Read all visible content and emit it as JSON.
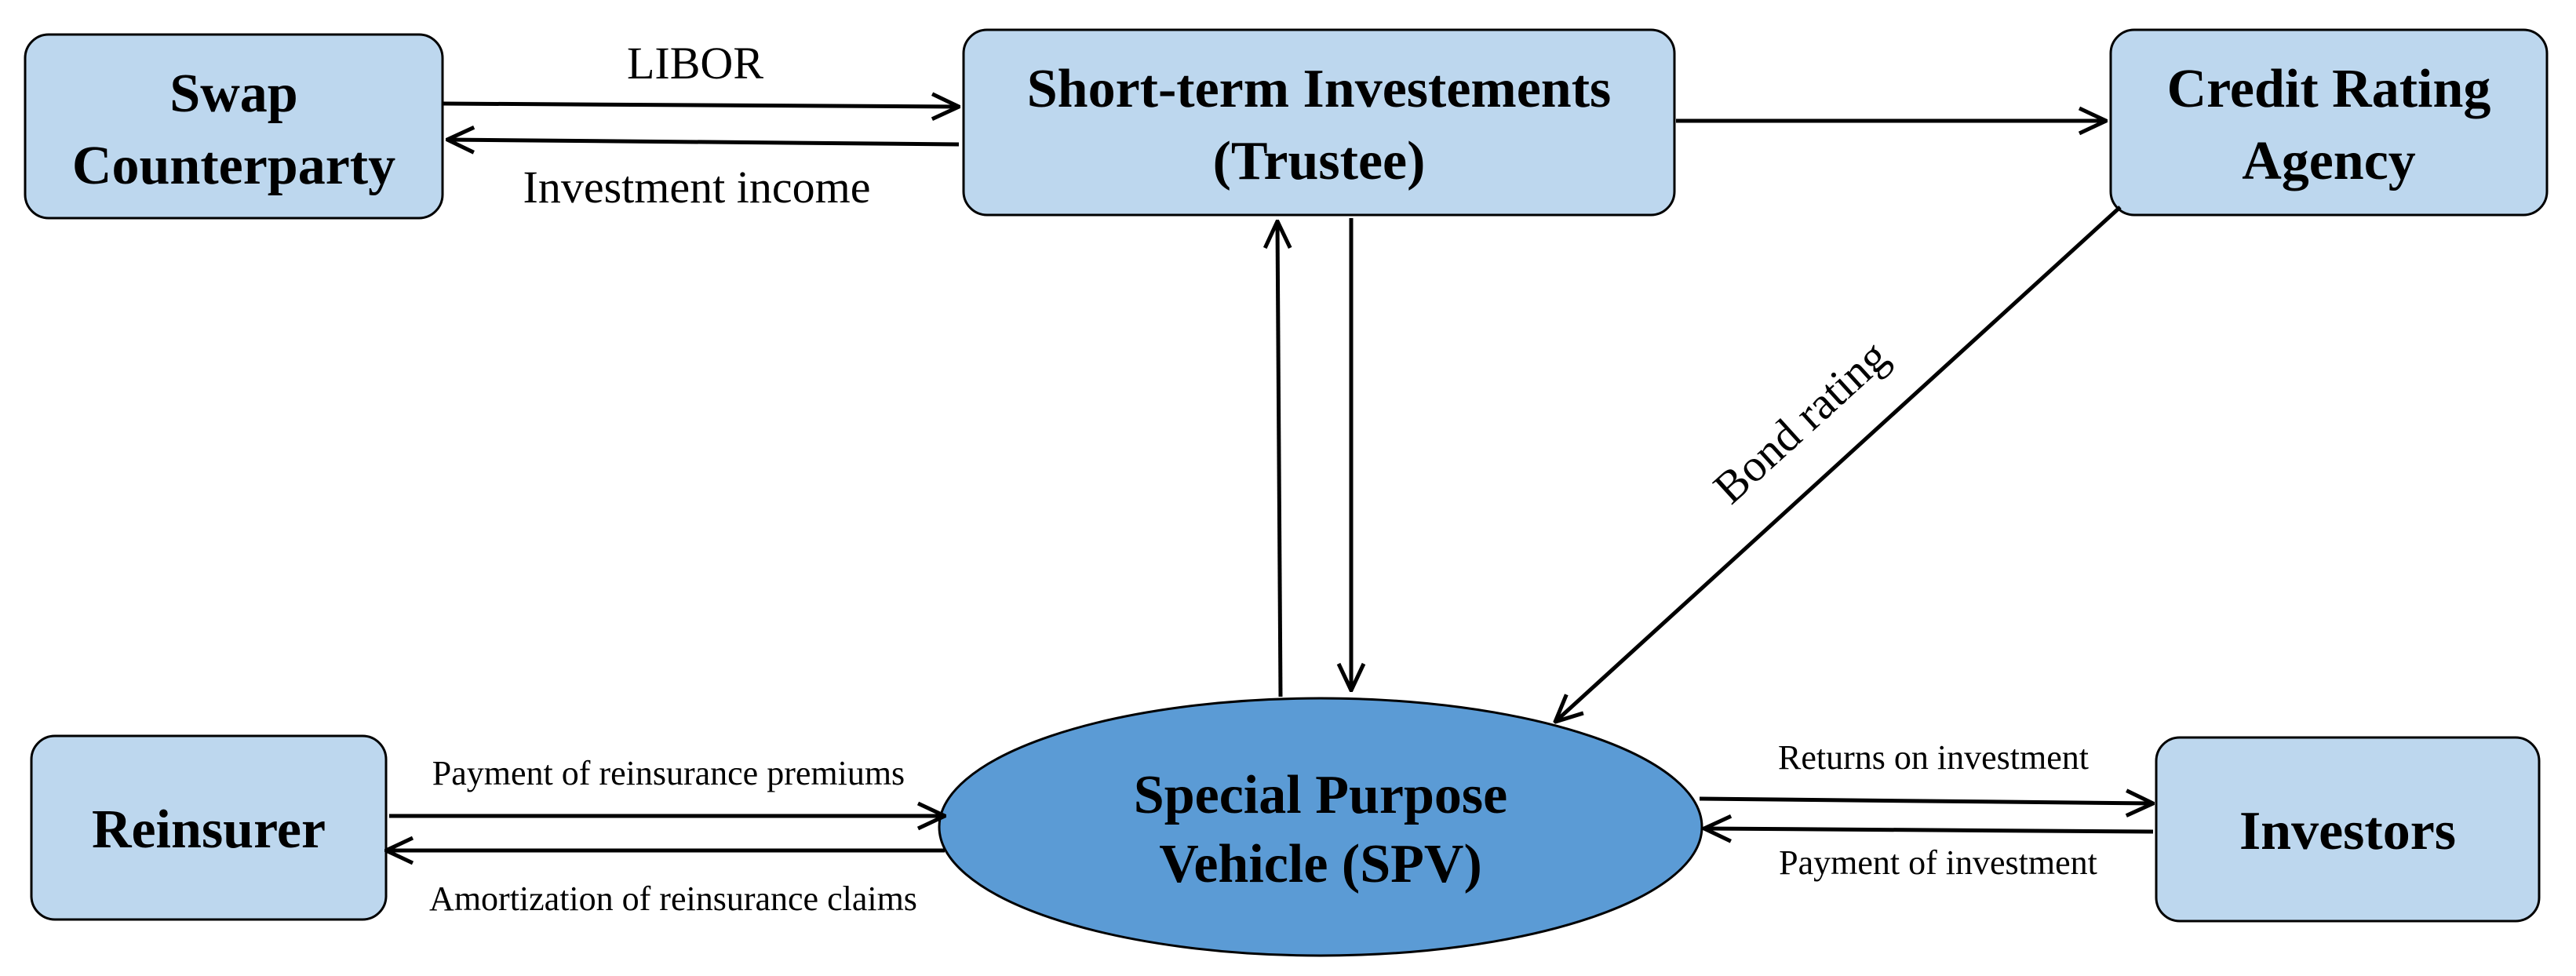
{
  "nodes": {
    "swap": {
      "lines": [
        "Swap",
        "Counterparty"
      ]
    },
    "trustee": {
      "lines": [
        "Short-term Investements",
        "(Trustee)"
      ]
    },
    "agency": {
      "lines": [
        "Credit Rating",
        "Agency"
      ]
    },
    "reinsurer": {
      "lines": [
        "Reinsurer"
      ]
    },
    "spv": {
      "lines": [
        "Special Purpose",
        "Vehicle (SPV)"
      ]
    },
    "investors": {
      "lines": [
        "Investors"
      ]
    }
  },
  "edges": {
    "libor": "LIBOR",
    "investment_income": "Investment income",
    "bond_rating": "Bond rating",
    "reinsurance_premiums": "Payment of reinsurance premiums",
    "reinsurance_claims": "Amortization of reinsurance claims",
    "returns": "Returns on investment",
    "payment_investment": "Payment of investment"
  },
  "colors": {
    "box_fill": "#bdd7ee",
    "spv_fill": "#5b9bd5",
    "stroke": "#000000"
  }
}
